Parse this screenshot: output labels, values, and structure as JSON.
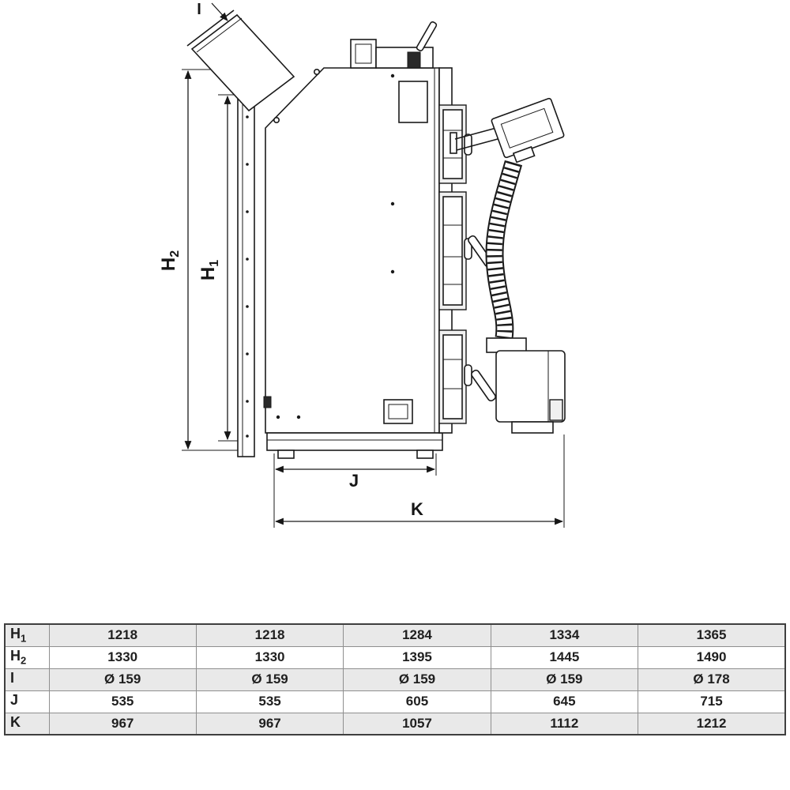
{
  "diagram": {
    "labels": {
      "h1": {
        "base": "H",
        "sub": "1"
      },
      "h2": {
        "base": "H",
        "sub": "2"
      },
      "i": "I",
      "j": "J",
      "k": "K"
    }
  },
  "table": {
    "rows": [
      {
        "label": {
          "base": "H",
          "sub": "1"
        },
        "values": [
          "1218",
          "1218",
          "1284",
          "1334",
          "1365"
        ]
      },
      {
        "label": {
          "base": "H",
          "sub": "2"
        },
        "values": [
          "1330",
          "1330",
          "1395",
          "1445",
          "1490"
        ]
      },
      {
        "label": {
          "base": "I",
          "sub": ""
        },
        "values": [
          "Ø 159",
          "Ø 159",
          "Ø 159",
          "Ø 159",
          "Ø 178"
        ]
      },
      {
        "label": {
          "base": "J",
          "sub": ""
        },
        "values": [
          "535",
          "535",
          "605",
          "645",
          "715"
        ]
      },
      {
        "label": {
          "base": "K",
          "sub": ""
        },
        "values": [
          "967",
          "967",
          "1057",
          "1112",
          "1212"
        ]
      }
    ]
  },
  "colors": {
    "line": "#1a1a1a",
    "row_shade": "#e9e9e9",
    "table_border": "#3f3f3f"
  }
}
